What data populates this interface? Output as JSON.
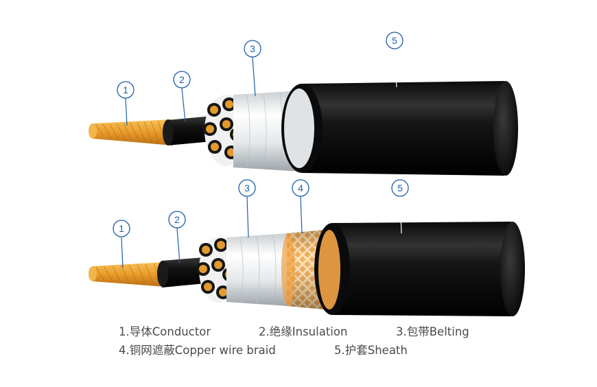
{
  "callouts": {
    "top": [
      "1",
      "2",
      "3",
      "5"
    ],
    "bottom": [
      "1",
      "2",
      "3",
      "4",
      "5"
    ]
  },
  "legend": {
    "row1": [
      "1.导体Conductor",
      "2.绝缘Insulation",
      "3.包带Belting"
    ],
    "row2": [
      "4.铜网遮蔽Copper wire braid",
      "5.护套Sheath"
    ]
  },
  "colors": {
    "callout": "#1d5fa8",
    "copper": "#e8a030",
    "sheath": "#141414",
    "belting": "#e8ecef",
    "braid": "#f0a040"
  }
}
